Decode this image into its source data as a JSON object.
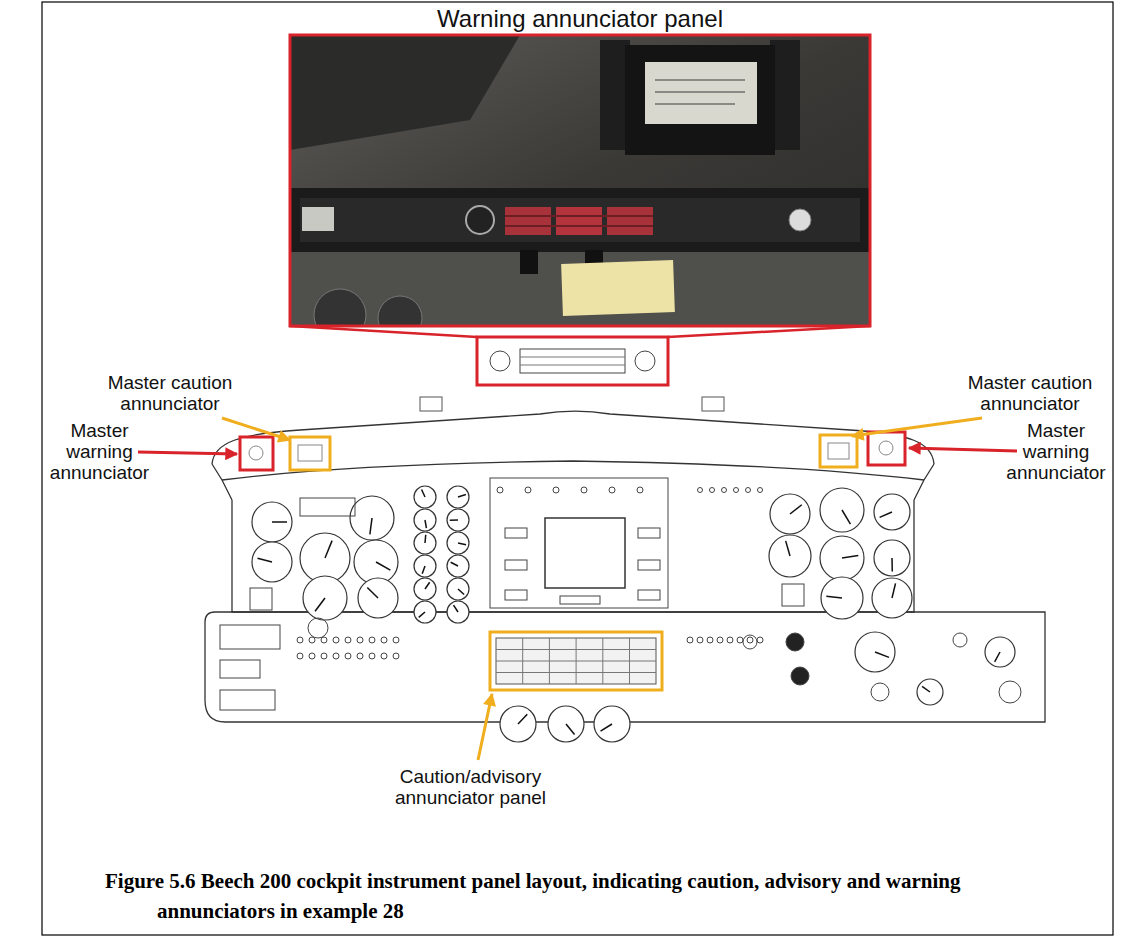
{
  "diagram": {
    "caption": "Figure 5.6 Beech 200 cockpit instrument panel layout, indicating caution, advisory and warning annunciators in example 28",
    "nodes": [
      {
        "text": [
          "Warning annunciator panel"
        ]
      }
    ],
    "labels": [
      "Master caution annunciator",
      "Master caution annunciator",
      "Master warning annunciator",
      "Master warning annunciator",
      "Caution/advisory annunciator panel"
    ]
  }
}
